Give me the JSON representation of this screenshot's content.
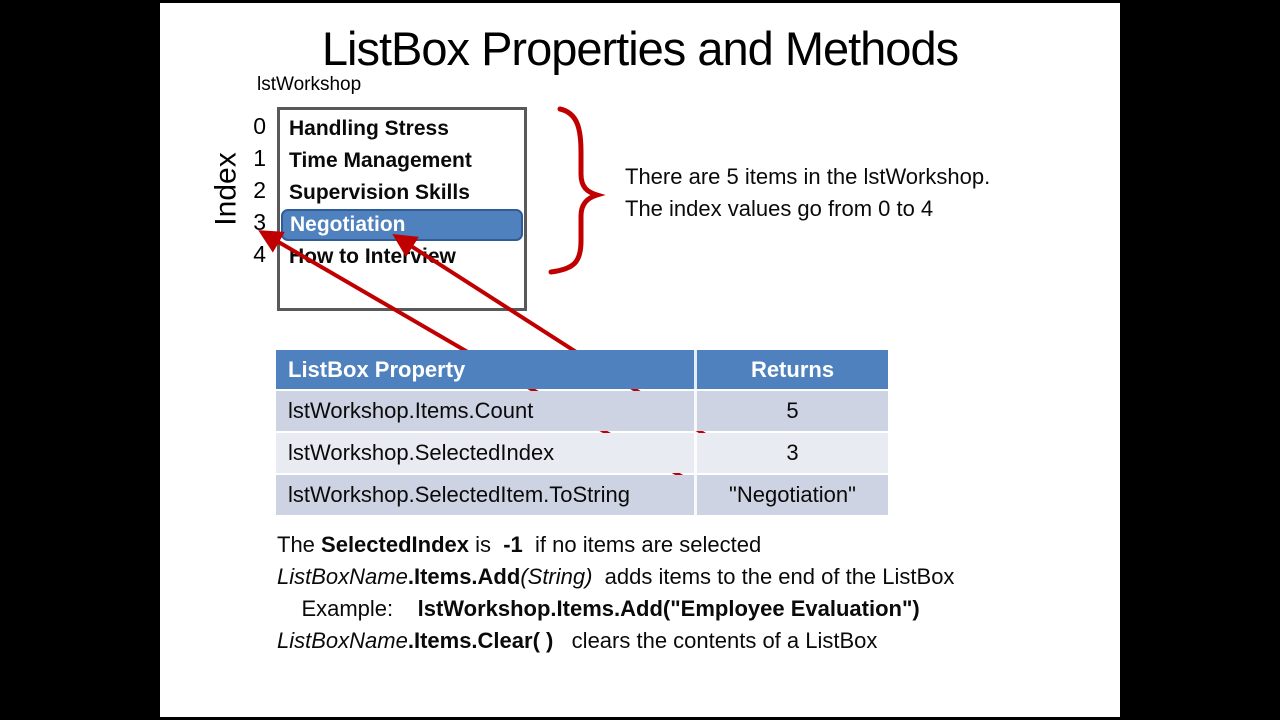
{
  "slide": {
    "title": "ListBox Properties and Methods",
    "listbox_label": "lstWorkshop",
    "index_axis_label": "Index",
    "listbox": {
      "items": [
        {
          "index": "0",
          "label": "Handling Stress",
          "selected": false
        },
        {
          "index": "1",
          "label": "Time Management",
          "selected": false
        },
        {
          "index": "2",
          "label": "Supervision Skills",
          "selected": false
        },
        {
          "index": "3",
          "label": "Negotiation",
          "selected": true
        },
        {
          "index": "4",
          "label": "How to Interview",
          "selected": false
        }
      ]
    },
    "brace_note": {
      "line1": "There are 5 items in the lstWorkshop.",
      "line2": "The index values go from 0 to 4"
    },
    "table": {
      "headers": [
        "ListBox Property",
        "Returns"
      ],
      "rows": [
        {
          "property": "lstWorkshop.Items.Count",
          "returns": "5"
        },
        {
          "property": "lstWorkshop.SelectedIndex",
          "returns": "3"
        },
        {
          "property": "lstWorkshop.SelectedItem.ToString",
          "returns": "\"Negotiation\""
        }
      ]
    },
    "notes": [
      [
        {
          "t": "The "
        },
        {
          "t": "SelectedIndex",
          "b": 1
        },
        {
          "t": " is  "
        },
        {
          "t": "-1",
          "b": 1
        },
        {
          "t": "  if no items are selected"
        }
      ],
      [
        {
          "t": "ListBoxName",
          "i": 1
        },
        {
          "t": ".Items.Add",
          "b": 1
        },
        {
          "t": "(String)",
          "i": 1
        },
        {
          "t": "  adds items to the end of the ListBox"
        }
      ],
      [
        {
          "t": "    Example:    "
        },
        {
          "t": "lstWorkshop.Items.Add(\"Employee Evaluation\")",
          "b": 1
        }
      ],
      [
        {
          "t": "ListBoxName",
          "i": 1
        },
        {
          "t": ".Items.Clear( )",
          "b": 1
        },
        {
          "t": "   clears the contents of a ListBox"
        }
      ]
    ]
  },
  "colors": {
    "background": "#000000",
    "slide_background": "#ffffff",
    "accent_blue": "#4E81BD",
    "selection_fill": "#4E81BD",
    "selection_border": "#2F5C96",
    "row_shade_dark": "#CDD3E3",
    "row_shade_light": "#E9EBF3",
    "annotation_red": "#C00000",
    "listbox_border": "#595959"
  }
}
